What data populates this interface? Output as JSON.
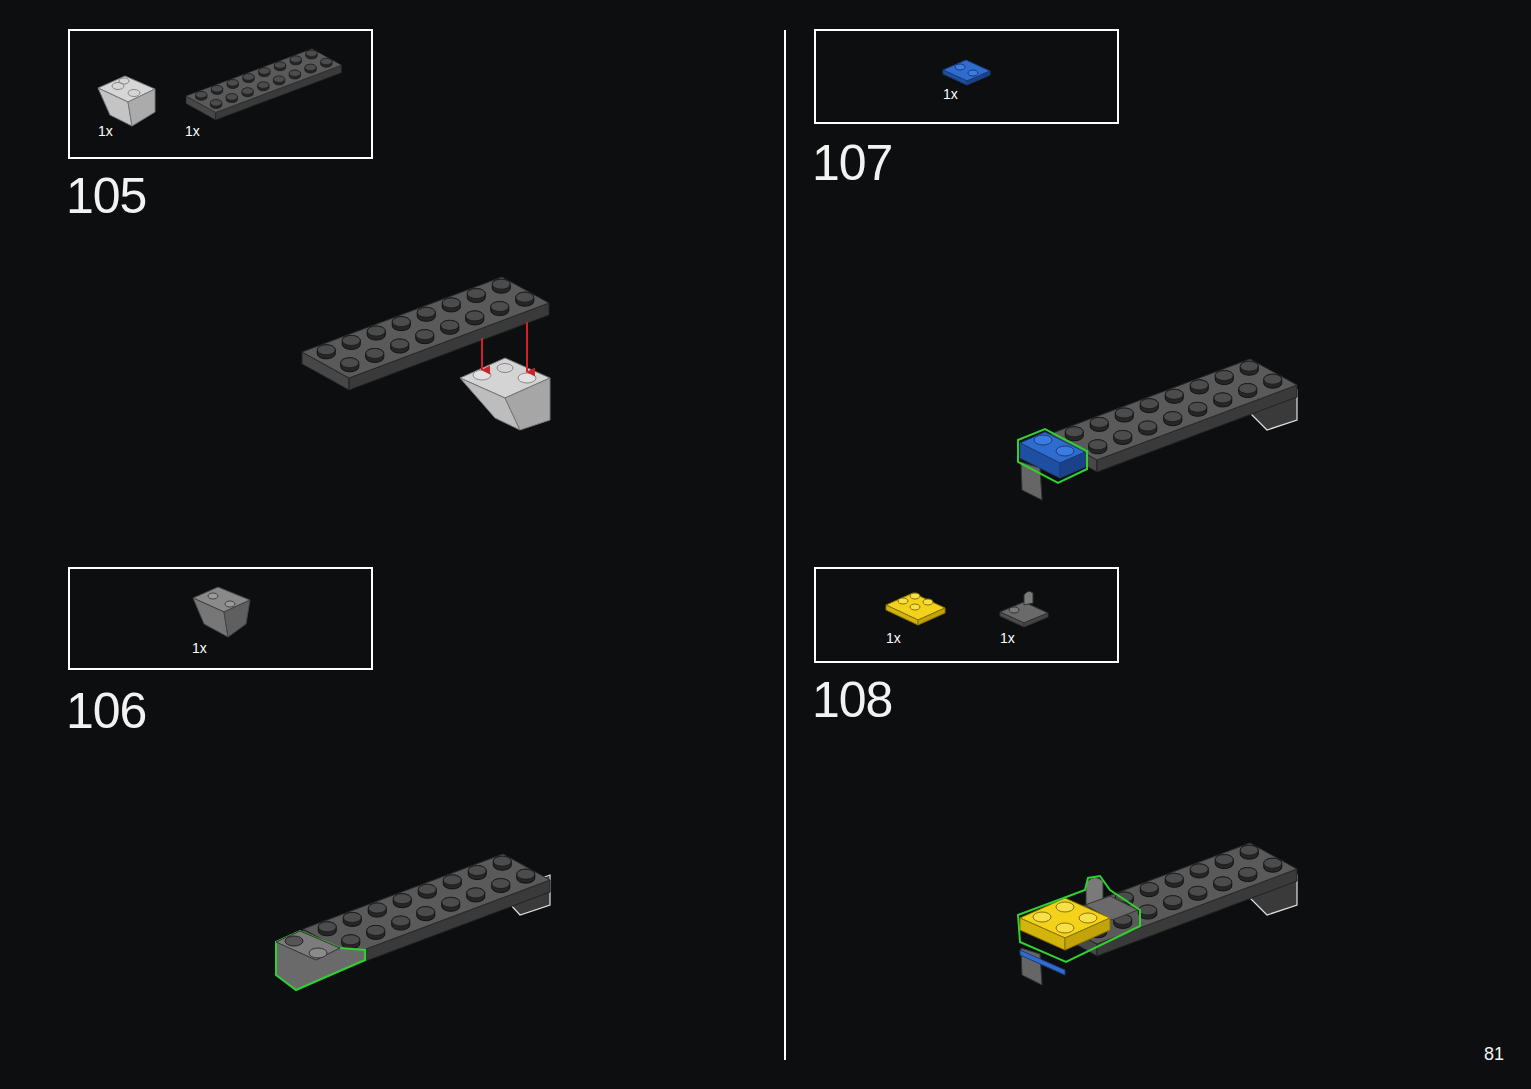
{
  "diagram": {
    "nodes": [
      {
        "text": [
          "1x",
          "1x"
        ]
      },
      {
        "text": [
          "1x"
        ]
      },
      {
        "text": [
          "1x"
        ]
      },
      {
        "text": [
          "1x",
          "1x"
        ]
      }
    ],
    "labels": [
      "105",
      "106",
      "107",
      "108",
      "81"
    ]
  }
}
